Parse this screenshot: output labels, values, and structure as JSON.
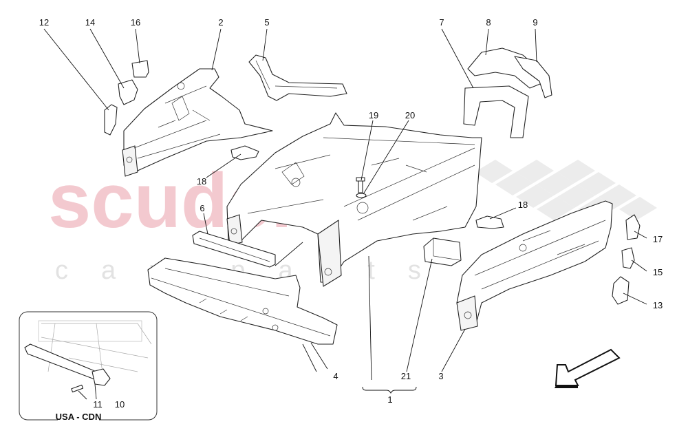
{
  "watermark": {
    "main": "scuderia",
    "sub": "car parts"
  },
  "inset": {
    "caption": "USA - CDN"
  },
  "callouts": {
    "c1": "1",
    "c2": "2",
    "c3": "3",
    "c4": "4",
    "c5": "5",
    "c6": "6",
    "c7": "7",
    "c8": "8",
    "c9": "9",
    "c10": "10",
    "c11": "11",
    "c12": "12",
    "c13": "13",
    "c14": "14",
    "c15": "15",
    "c16": "16",
    "c17": "17",
    "c18a": "18",
    "c18b": "18",
    "c19": "19",
    "c20": "20",
    "c21": "21"
  },
  "colors": {
    "watermark_red": "#f3c9cf",
    "watermark_grey": "#e2e2e2",
    "line": "#222222"
  },
  "icons": {
    "direction": "direction-arrow-icon"
  }
}
